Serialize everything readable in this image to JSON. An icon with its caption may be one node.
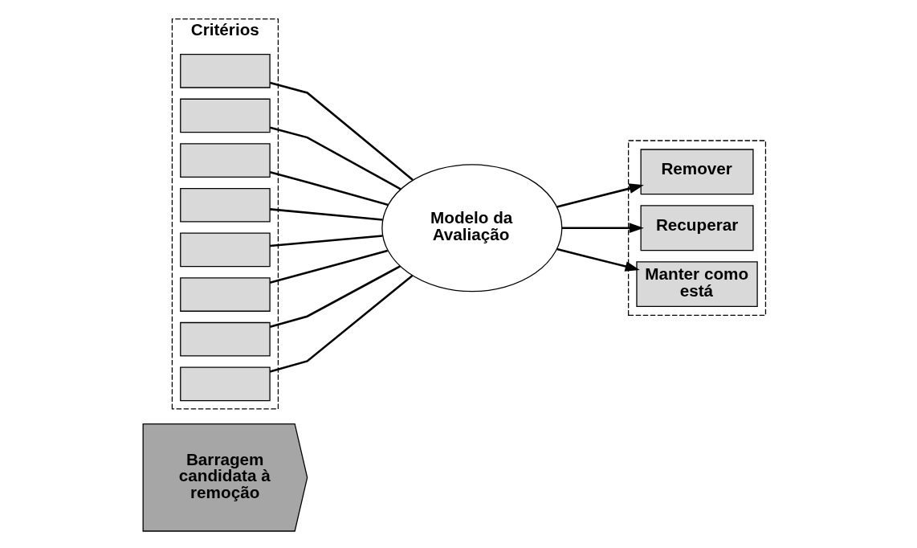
{
  "diagram": {
    "nodes": [
      {
        "text": [
          "Barragem candidata à remoção"
        ]
      },
      {
        "text": [
          "Critérios"
        ]
      },
      {
        "text": [],
        "shape": "box",
        "in": 1
      },
      {
        "text": [],
        "shape": "box",
        "in": 1
      },
      {
        "text": [],
        "shape": "box",
        "in": 1
      },
      {
        "text": [],
        "shape": "box",
        "in": 1
      },
      {
        "text": [],
        "shape": "box",
        "in": 1
      },
      {
        "text": [],
        "shape": "box",
        "in": 1
      },
      {
        "text": [],
        "shape": "box",
        "in": 1
      },
      {
        "text": [],
        "shape": "box",
        "in": 1
      },
      {
        "text": [
          "Modelo da Avaliação"
        ]
      },
      {
        "text": [],
        "shape": "box"
      },
      {
        "text": [
          "Remover"
        ],
        "in": 11
      },
      {
        "text": [
          "Recuperar"
        ],
        "in": 11
      },
      {
        "text": [
          "Manter como está"
        ],
        "in": 11
      }
    ],
    "edges": [
      {
        "from": 2,
        "to": 10,
        "arrow": "none"
      },
      {
        "from": 3,
        "to": 10,
        "arrow": "none"
      },
      {
        "from": 4,
        "to": 10,
        "arrow": "none"
      },
      {
        "from": 5,
        "to": 10,
        "arrow": "none"
      },
      {
        "from": 6,
        "to": 10,
        "arrow": "none"
      },
      {
        "from": 7,
        "to": 10,
        "arrow": "none"
      },
      {
        "from": 8,
        "to": 10,
        "arrow": "none"
      },
      {
        "from": 9,
        "to": 10,
        "arrow": "none"
      },
      {
        "from": 10,
        "to": 12,
        "arrow": "to"
      },
      {
        "from": 10,
        "to": 13,
        "arrow": "to"
      },
      {
        "from": 10,
        "to": 14,
        "arrow": "to"
      }
    ]
  }
}
